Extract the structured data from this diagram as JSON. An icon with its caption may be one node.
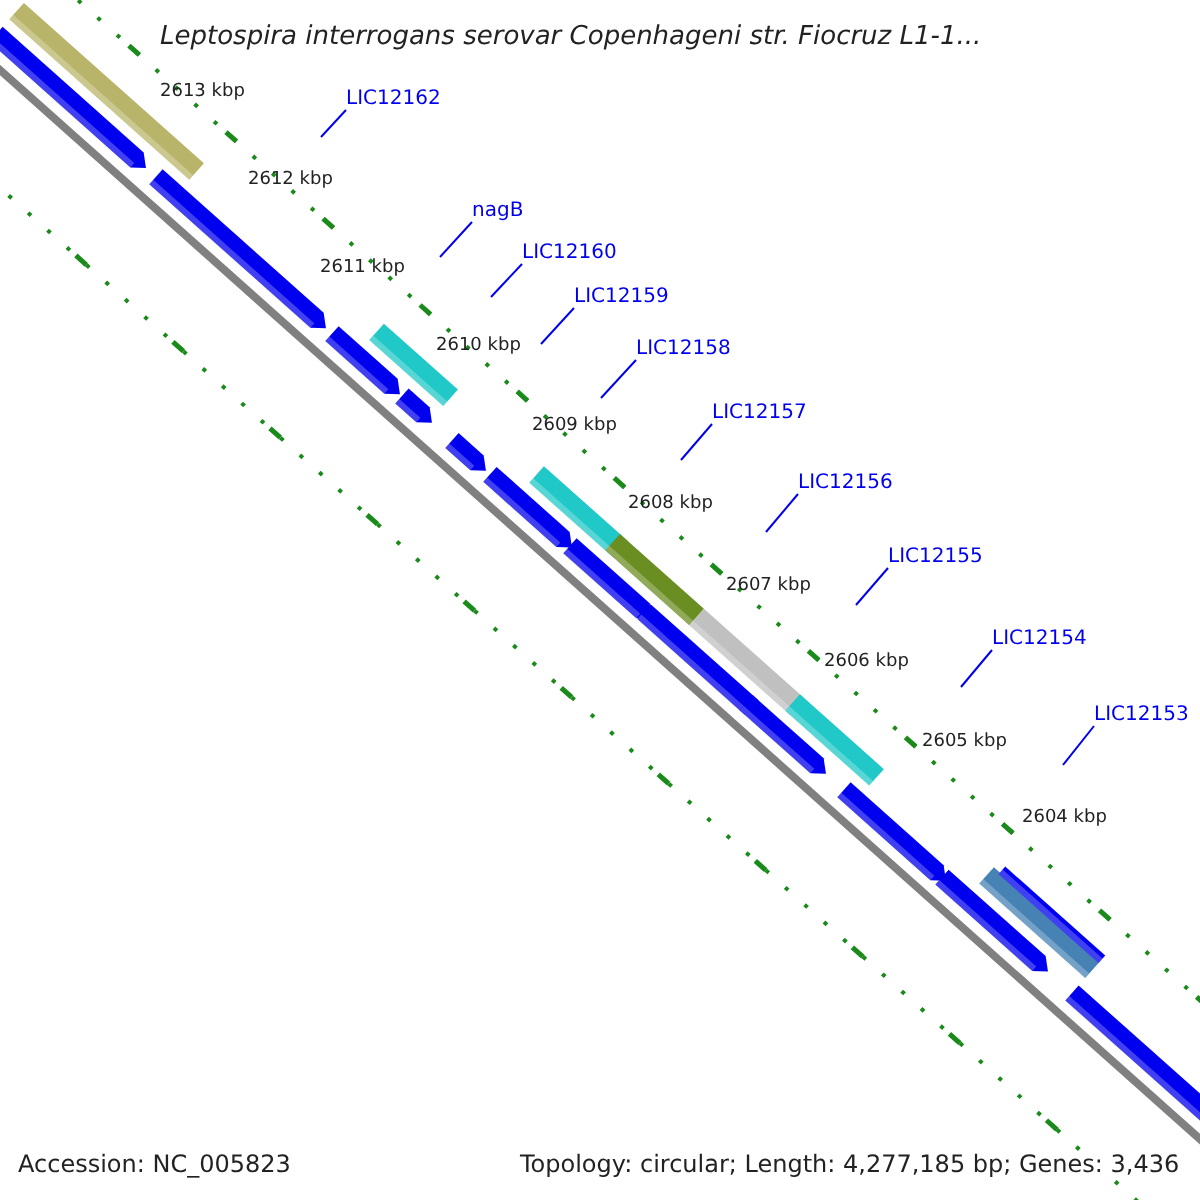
{
  "diagram": {
    "title": "Leptospira interrogans serovar Copenhageni str. Fiocruz L1-1...",
    "nodes": [
      {
        "text": [
          "LIC12162"
        ]
      },
      {
        "text": [
          "nagB"
        ]
      },
      {
        "text": [
          "LIC12160"
        ]
      },
      {
        "text": [
          "LIC12159"
        ]
      },
      {
        "text": [
          "LIC12158"
        ]
      },
      {
        "text": [
          "LIC12157"
        ]
      },
      {
        "text": [
          "LIC12156"
        ]
      },
      {
        "text": [
          "LIC12155"
        ]
      },
      {
        "text": [
          "LIC12154"
        ]
      },
      {
        "text": [
          "LIC12153"
        ]
      }
    ],
    "edges": [
      {
        "from": 0,
        "to": null,
        "arrow": "none"
      },
      {
        "from": 1,
        "to": null,
        "arrow": "none"
      },
      {
        "from": 2,
        "to": null,
        "arrow": "none"
      },
      {
        "from": 3,
        "to": null,
        "arrow": "none"
      },
      {
        "from": 4,
        "to": null,
        "arrow": "none"
      },
      {
        "from": 5,
        "to": null,
        "arrow": "none"
      },
      {
        "from": 6,
        "to": null,
        "arrow": "none"
      },
      {
        "from": 7,
        "to": null,
        "arrow": "none"
      },
      {
        "from": 8,
        "to": null,
        "arrow": "none"
      },
      {
        "from": 9,
        "to": null,
        "arrow": "none"
      }
    ],
    "labels": [
      "2613 kbp",
      "2612 kbp",
      "2611 kbp",
      "2610 kbp",
      "2609 kbp",
      "2608 kbp",
      "2607 kbp",
      "2606 kbp",
      "2605 kbp",
      "2604 kbp",
      "Accession: NC_005823",
      "Topology: circular; Length: 4,277,185 bp; Genes: 3,436"
    ]
  }
}
